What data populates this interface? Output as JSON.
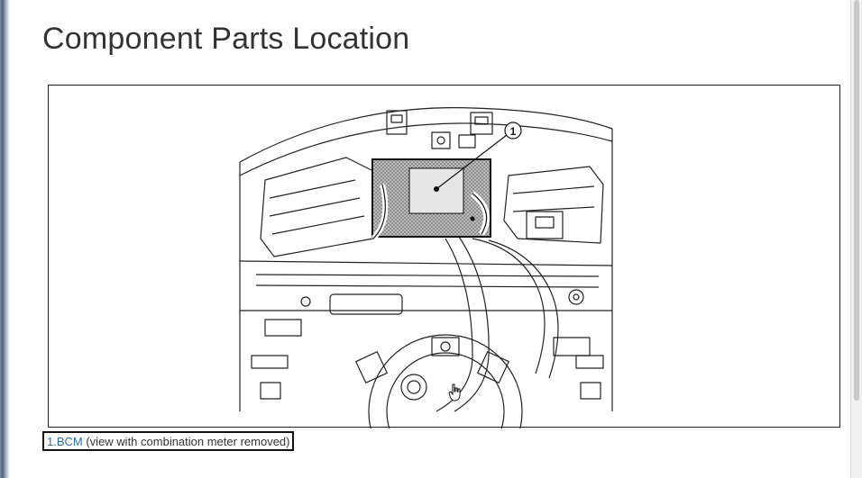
{
  "page": {
    "title": "Component Parts Location"
  },
  "figure": {
    "callout_number": "1"
  },
  "caption": {
    "link_text": "1.BCM",
    "description": " (view with combination meter removed)"
  },
  "colors": {
    "title_text": "#333333",
    "link": "#2a6db5",
    "frame_border": "#222222",
    "highlight_box": "#111111"
  },
  "icons": {
    "cursor": "hand-pointer-icon"
  }
}
